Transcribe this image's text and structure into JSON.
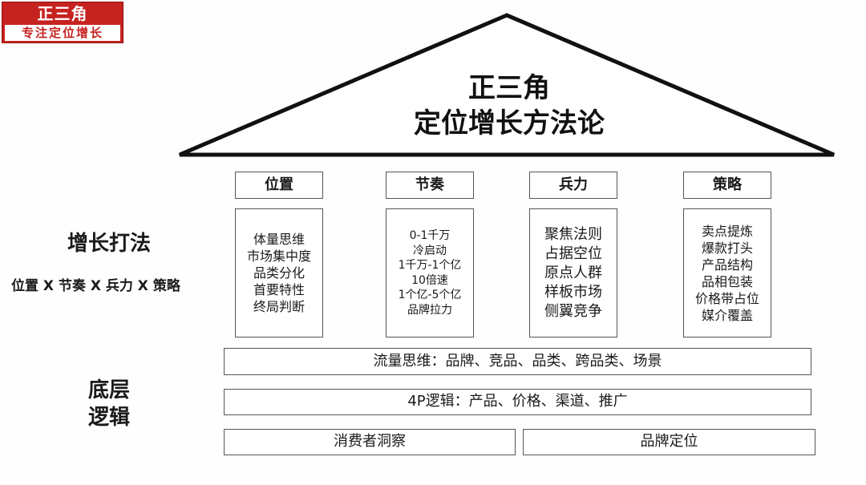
{
  "logo": {
    "line1": "正三角",
    "line2": "专注定位增长"
  },
  "roof": {
    "title_line1": "正三角",
    "title_line2": "定位增长方法论"
  },
  "left_labels": {
    "growth_title": "增长打法",
    "growth_formula": "位置 X 节奏 X 兵力 X 策略",
    "base_line1": "底层",
    "base_line2": "逻辑"
  },
  "pillars": [
    {
      "header": "位置",
      "items": [
        "体量思维",
        "市场集中度",
        "品类分化",
        "首要特性",
        "终局判断"
      ]
    },
    {
      "header": "节奏",
      "items": [
        "0-1千万",
        "冷启动",
        "1千万-1个亿",
        "10倍速",
        "1个亿-5个亿",
        "品牌拉力"
      ]
    },
    {
      "header": "兵力",
      "items": [
        "聚焦法则",
        "占据空位",
        "原点人群",
        "样板市场",
        "侧翼竞争"
      ]
    },
    {
      "header": "策略",
      "items": [
        "卖点提炼",
        "爆款打头",
        "产品结构",
        "品相包装",
        "价格带占位",
        "媒介覆盖"
      ]
    }
  ],
  "foundation": {
    "traffic": "流量思维：品牌、竞品、品类、跨品类、场景",
    "four_p": "4P逻辑：产品、价格、渠道、推广",
    "consumer": "消费者洞察",
    "brand": "品牌定位"
  },
  "colors": {
    "logo_red": "#c6221f",
    "line": "#555555",
    "text": "#1a1a1a"
  }
}
